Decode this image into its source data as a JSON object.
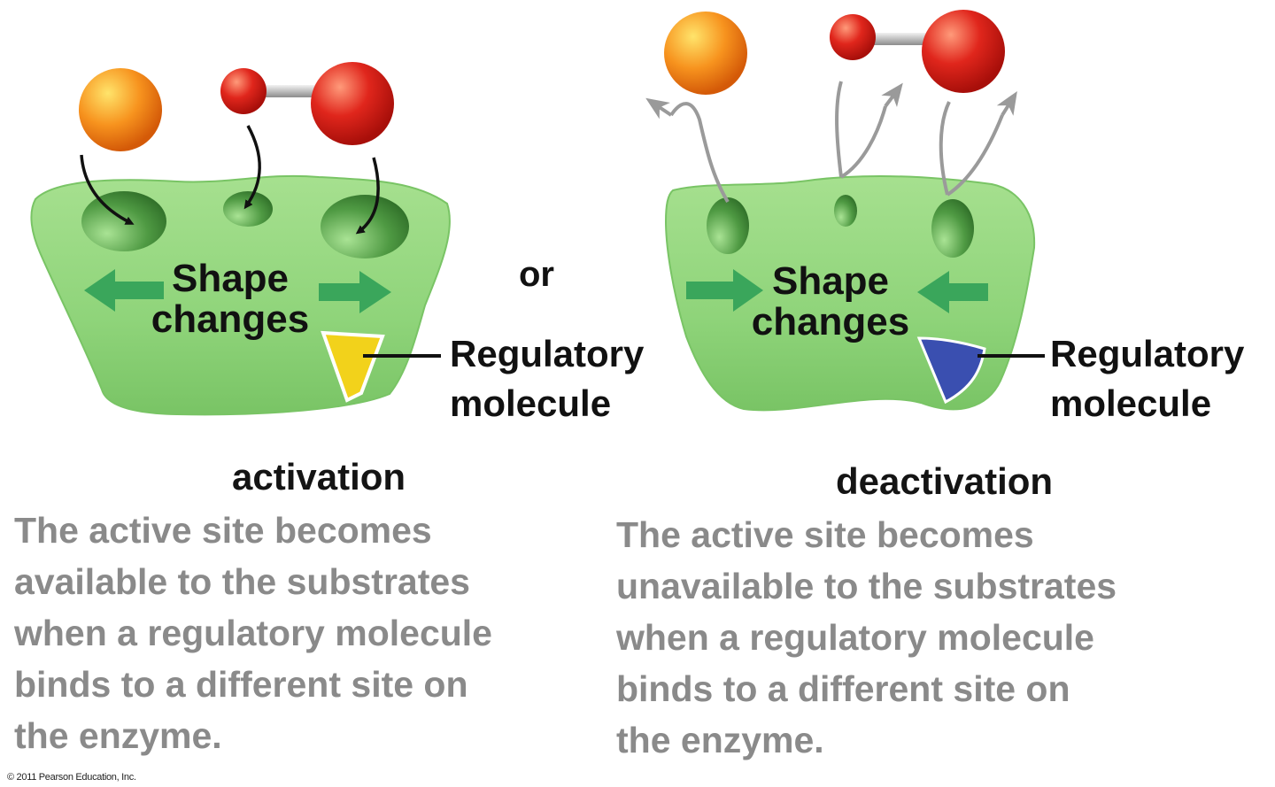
{
  "or_label": "or",
  "panels": [
    {
      "id": "activation",
      "shape_label": [
        "Shape",
        "changes"
      ],
      "regulatory_label": [
        "Regulatory",
        "molecule"
      ],
      "regulatory_color": "#f2d21b",
      "caption": "activation",
      "description": [
        "The active site becomes",
        "available to the substrates",
        "when a regulatory molecule",
        "binds to a different site on",
        "the enzyme."
      ]
    },
    {
      "id": "deactivation",
      "shape_label": [
        "Shape",
        "changes"
      ],
      "regulatory_label": [
        "Regulatory",
        "molecule"
      ],
      "regulatory_color": "#3a4fb0",
      "caption": "deactivation",
      "description": [
        "The active site becomes",
        "unavailable to the substrates",
        "when a regulatory molecule",
        "binds to a different site on",
        "the enzyme."
      ]
    }
  ],
  "colors": {
    "enzyme": "#8fd47a",
    "enzyme_shadow": "#6cb85a",
    "orange_substrate": "#f7931e",
    "red_substrate": "#e0261c",
    "shape_arrow": "#3aa65b",
    "substrate_arrow_in": "#111111",
    "substrate_arrow_out": "#9a9a9a",
    "description_text": "#8a8a8a"
  },
  "copyright": "© 2011 Pearson Education, Inc."
}
